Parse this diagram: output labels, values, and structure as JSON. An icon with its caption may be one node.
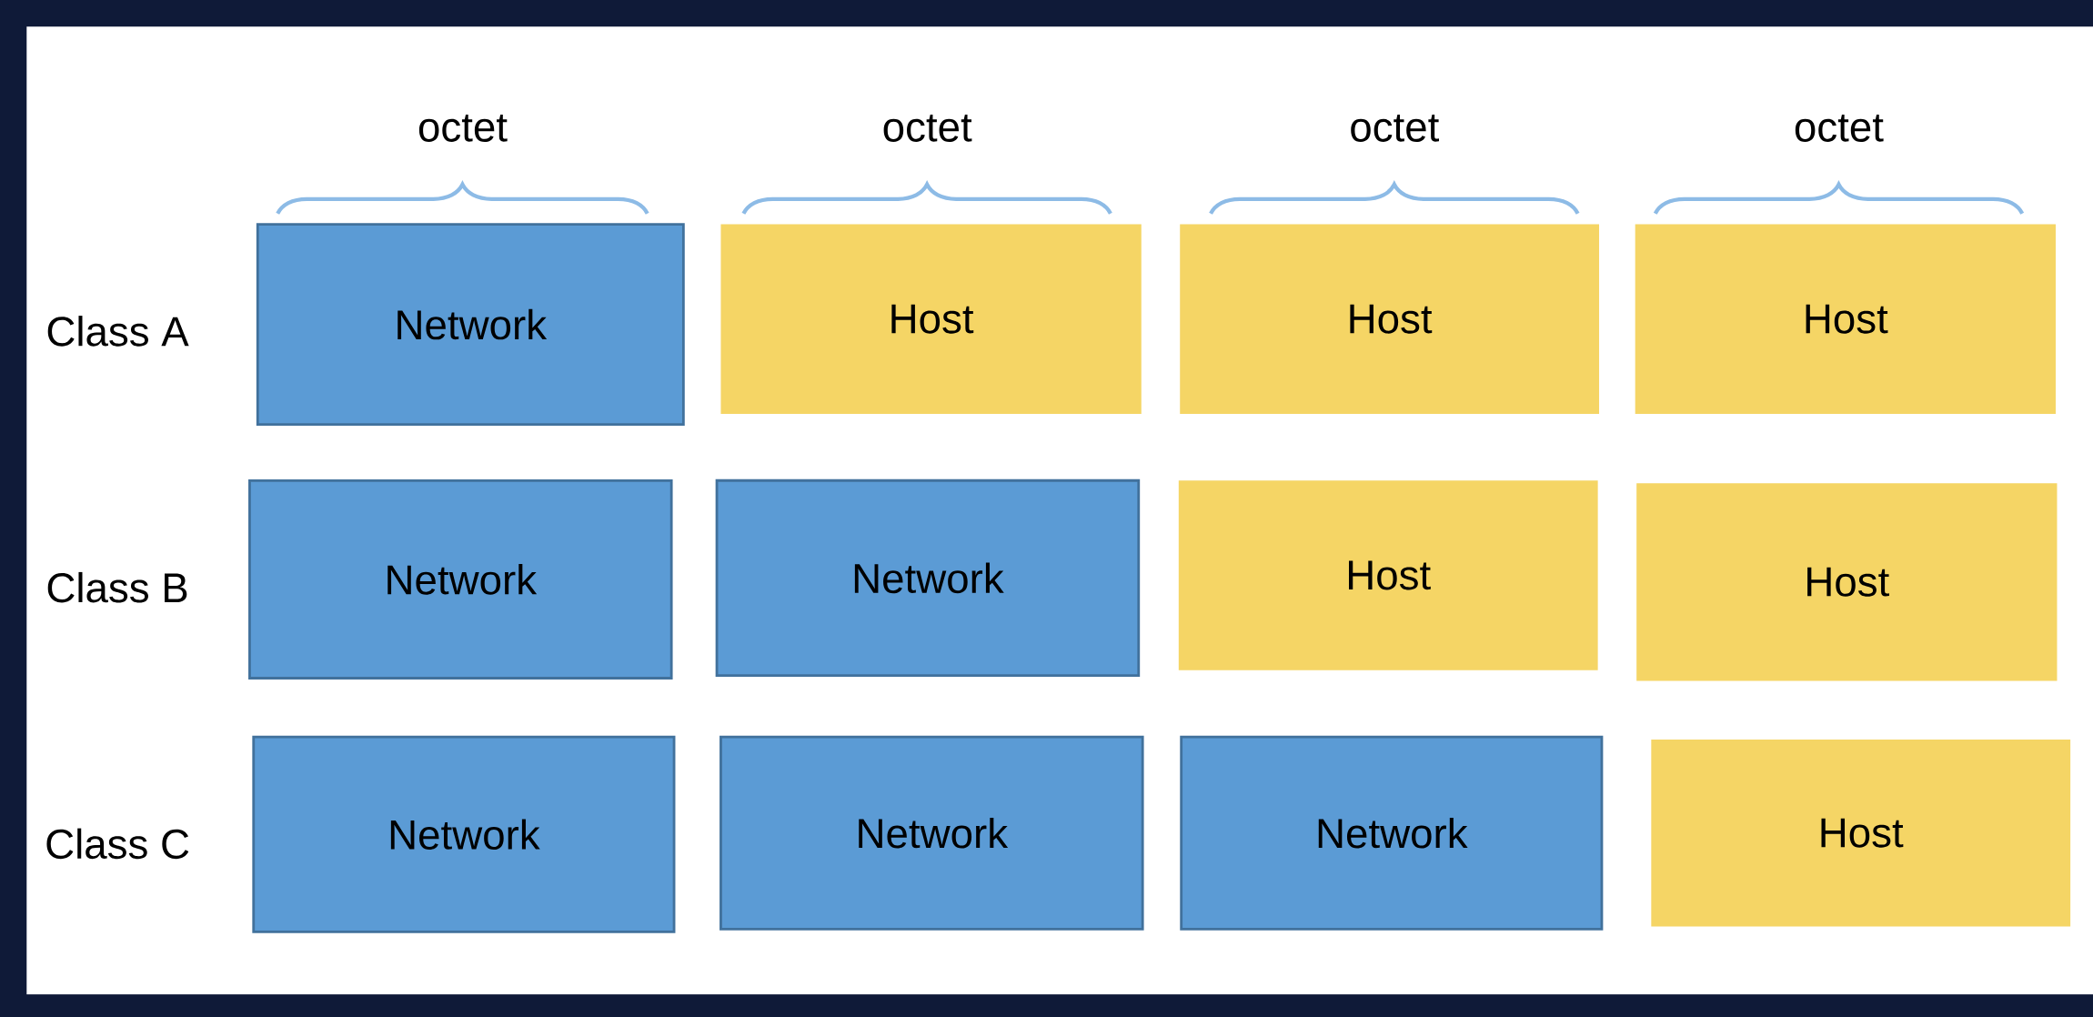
{
  "diagram": {
    "nodes": [
      {
        "text": [
          "Network"
        ]
      },
      {
        "text": [
          "Host"
        ]
      },
      {
        "text": [
          "Host"
        ]
      },
      {
        "text": [
          "Host"
        ]
      },
      {
        "text": [
          "Network"
        ]
      },
      {
        "text": [
          "Network"
        ]
      },
      {
        "text": [
          "Host"
        ]
      },
      {
        "text": [
          "Host"
        ]
      },
      {
        "text": [
          "Network"
        ]
      },
      {
        "text": [
          "Network"
        ]
      },
      {
        "text": [
          "Network"
        ]
      },
      {
        "text": [
          "Host"
        ]
      }
    ],
    "labels": [
      "octet",
      "octet",
      "octet",
      "octet",
      "Class A",
      "Class B",
      "Class C"
    ]
  }
}
